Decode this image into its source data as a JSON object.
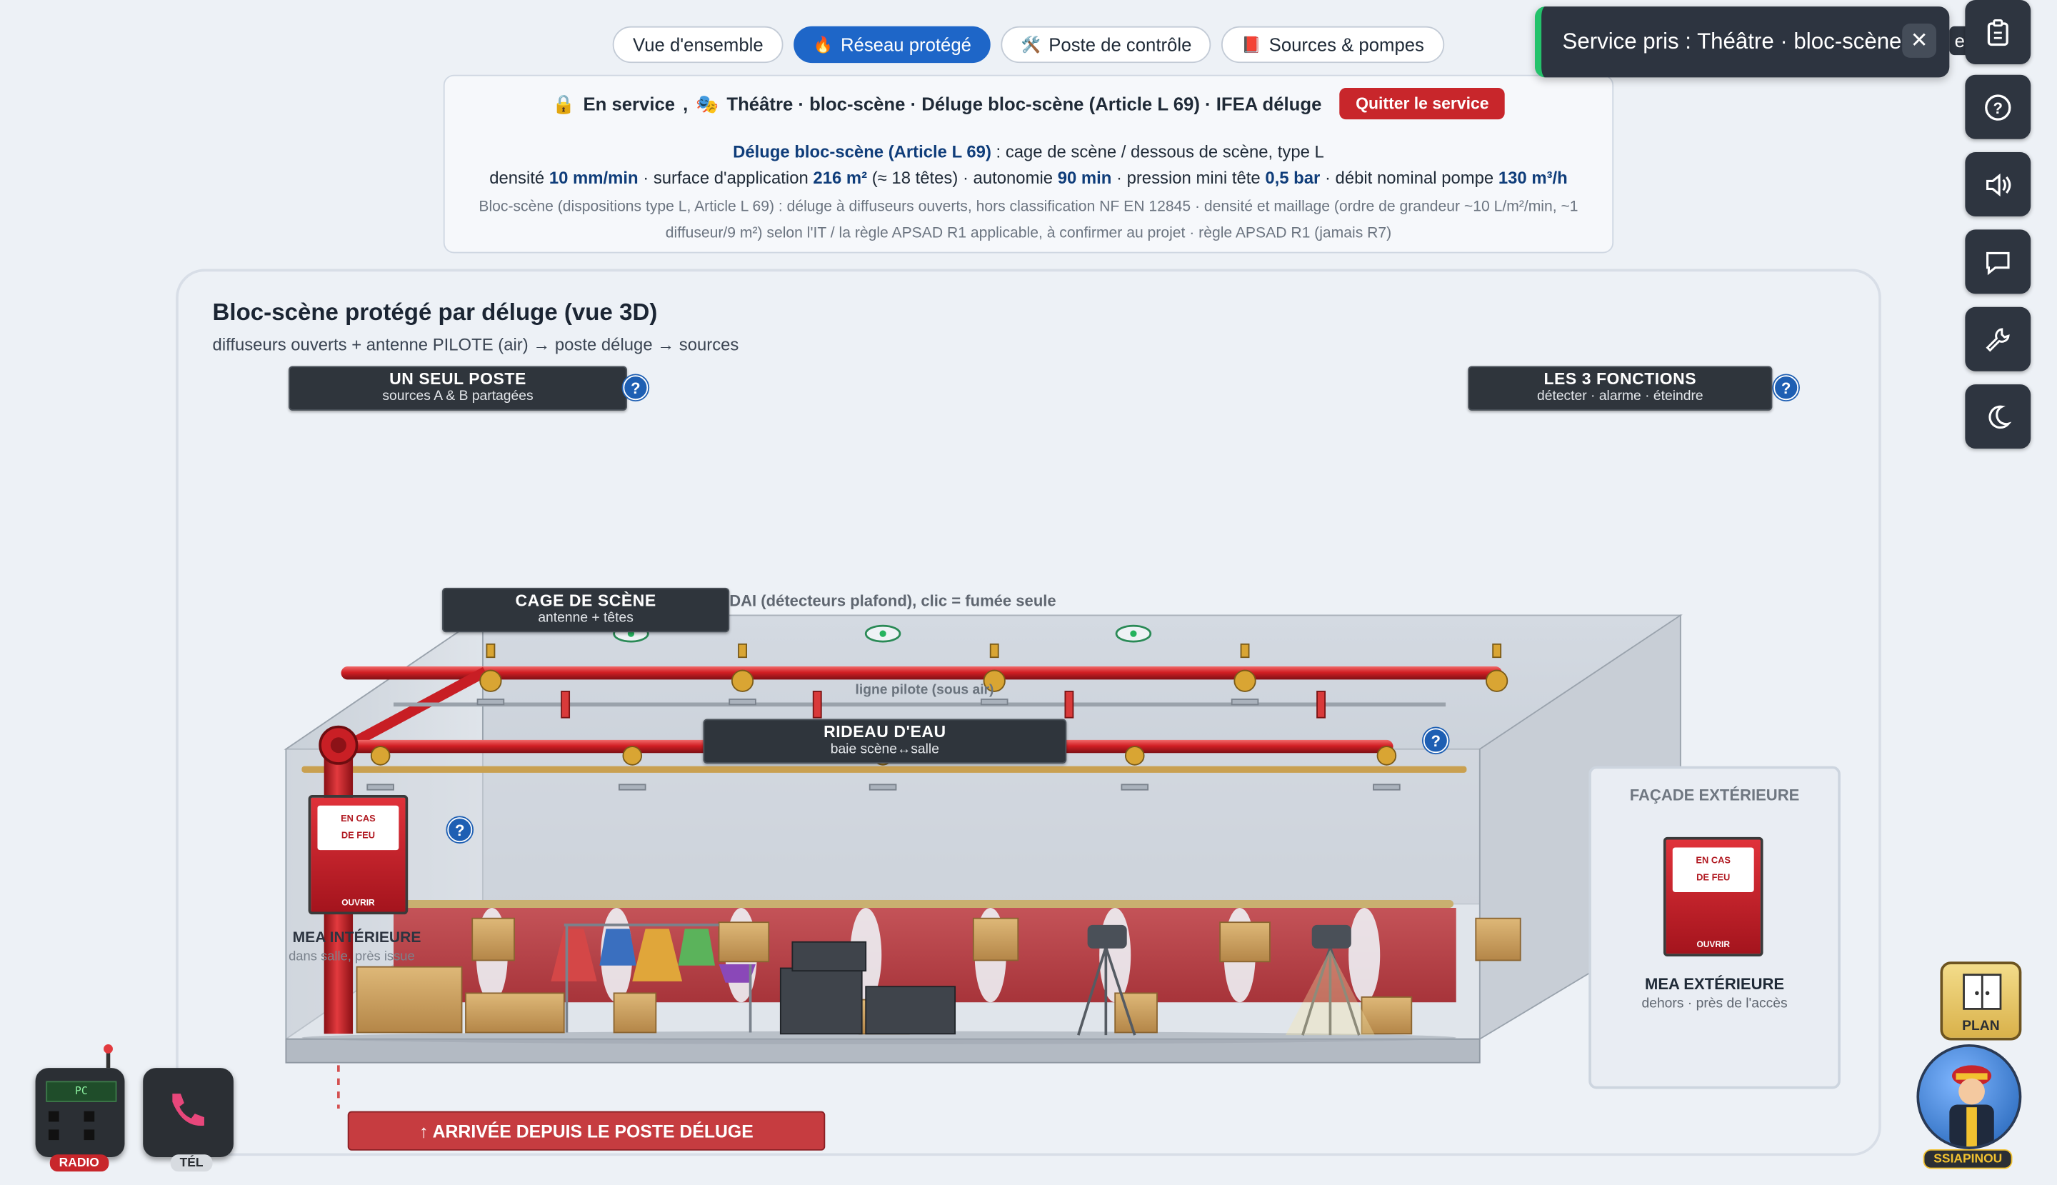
{
  "tabs": [
    {
      "label": "Vue d'ensemble",
      "icon": ""
    },
    {
      "label": "Réseau protégé",
      "icon": "🔥",
      "active": true
    },
    {
      "label": "Poste de contrôle",
      "icon": "🛠️"
    },
    {
      "label": "Sources & pompes",
      "icon": "📕"
    }
  ],
  "status": {
    "lock_icon": "🔒",
    "state": "En service",
    "sep": ",",
    "mask_icon": "🎭",
    "context": "Théâtre · bloc-scène · Déluge bloc-scène (Article L 69) · IFEA déluge",
    "quit_label": "Quitter le service"
  },
  "info": {
    "system_name": "Déluge bloc-scène (Article L 69)",
    "system_desc": " : cage de scène / dessous de scène, type L",
    "p_densite": "densité ",
    "v_densite": "10 mm/min",
    "p_surface": " · surface d'application ",
    "v_surface": "216 m²",
    "p_tetes": " (≈ 18 têtes) · autonomie ",
    "v_autonomie": "90 min",
    "p_pression": " · pression mini tête ",
    "v_pression": "0,5 bar",
    "p_debit": " · débit nominal pompe ",
    "v_debit": "130 m³/h",
    "note": "Bloc-scène (dispositions type L, Article L 69) : déluge à diffuseurs ouverts, hors classification NF EN 12845 · densité et maillage (ordre de grandeur ~10 L/m²/min, ~1 diffuseur/9 m²) selon l'IT / la règle APSAD R1 applicable, à confirmer au projet · règle APSAD R1 (jamais R7)"
  },
  "panel": {
    "title": "Bloc-scène protégé par déluge (vue 3D)",
    "subtitle": "diffuseurs ouverts + antenne PILOTE (air) → poste déluge → sources"
  },
  "plates": {
    "poste": {
      "title": "UN SEUL POSTE",
      "sub": "sources A & B partagées"
    },
    "fonctions": {
      "title": "LES 3 FONCTIONS",
      "sub": "détecter · alarme · éteindre"
    },
    "cage": {
      "title": "CAGE DE SCÈNE",
      "sub": "antenne + têtes"
    },
    "rideau": {
      "title": "RIDEAU D'EAU",
      "sub": "baie scène↔salle"
    }
  },
  "scene": {
    "dai_label": "DAI (détecteurs plafond), clic = fumée seule",
    "pilote_label": "ligne pilote (sous air)",
    "mea_int_title": "MEA INTÉRIEURE",
    "mea_int_sub": "dans salle, près issue",
    "mea_card_l1": "EN CAS",
    "mea_card_l2": "DE FEU",
    "mea_open": "OUVRIR",
    "arrival": "↑ ARRIVÉE DEPUIS LE POSTE DÉLUGE",
    "qmark": "?"
  },
  "facade": {
    "title": "FAÇADE EXTÉRIEURE",
    "mea_title": "MEA EXTÉRIEURE",
    "mea_sub": "dehors · près de l'accès"
  },
  "toast": {
    "text": "Service pris : Théâtre · bloc-scène",
    "close": "✕",
    "hidden_text": "ein"
  },
  "devices": {
    "radio_label": "RADIO",
    "radio_screen": "PC",
    "tel_label": "TÉL",
    "plan_label": "PLAN",
    "avatar_label": "SSIAPINOU"
  },
  "colors": {
    "accent": "#1e66c8",
    "danger": "#c8262b",
    "pipe": "#d42a2a",
    "toast_ok": "#24c26b"
  }
}
